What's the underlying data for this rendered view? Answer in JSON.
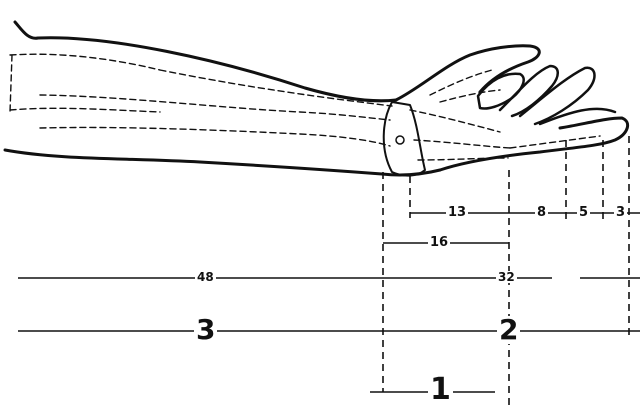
{
  "measurements": {
    "row1": [
      "13",
      "8",
      "5",
      "3"
    ],
    "row2": [
      "16"
    ],
    "row3": [
      "48",
      "32"
    ],
    "row4": [
      "3",
      "2"
    ],
    "row5": [
      "1"
    ]
  }
}
